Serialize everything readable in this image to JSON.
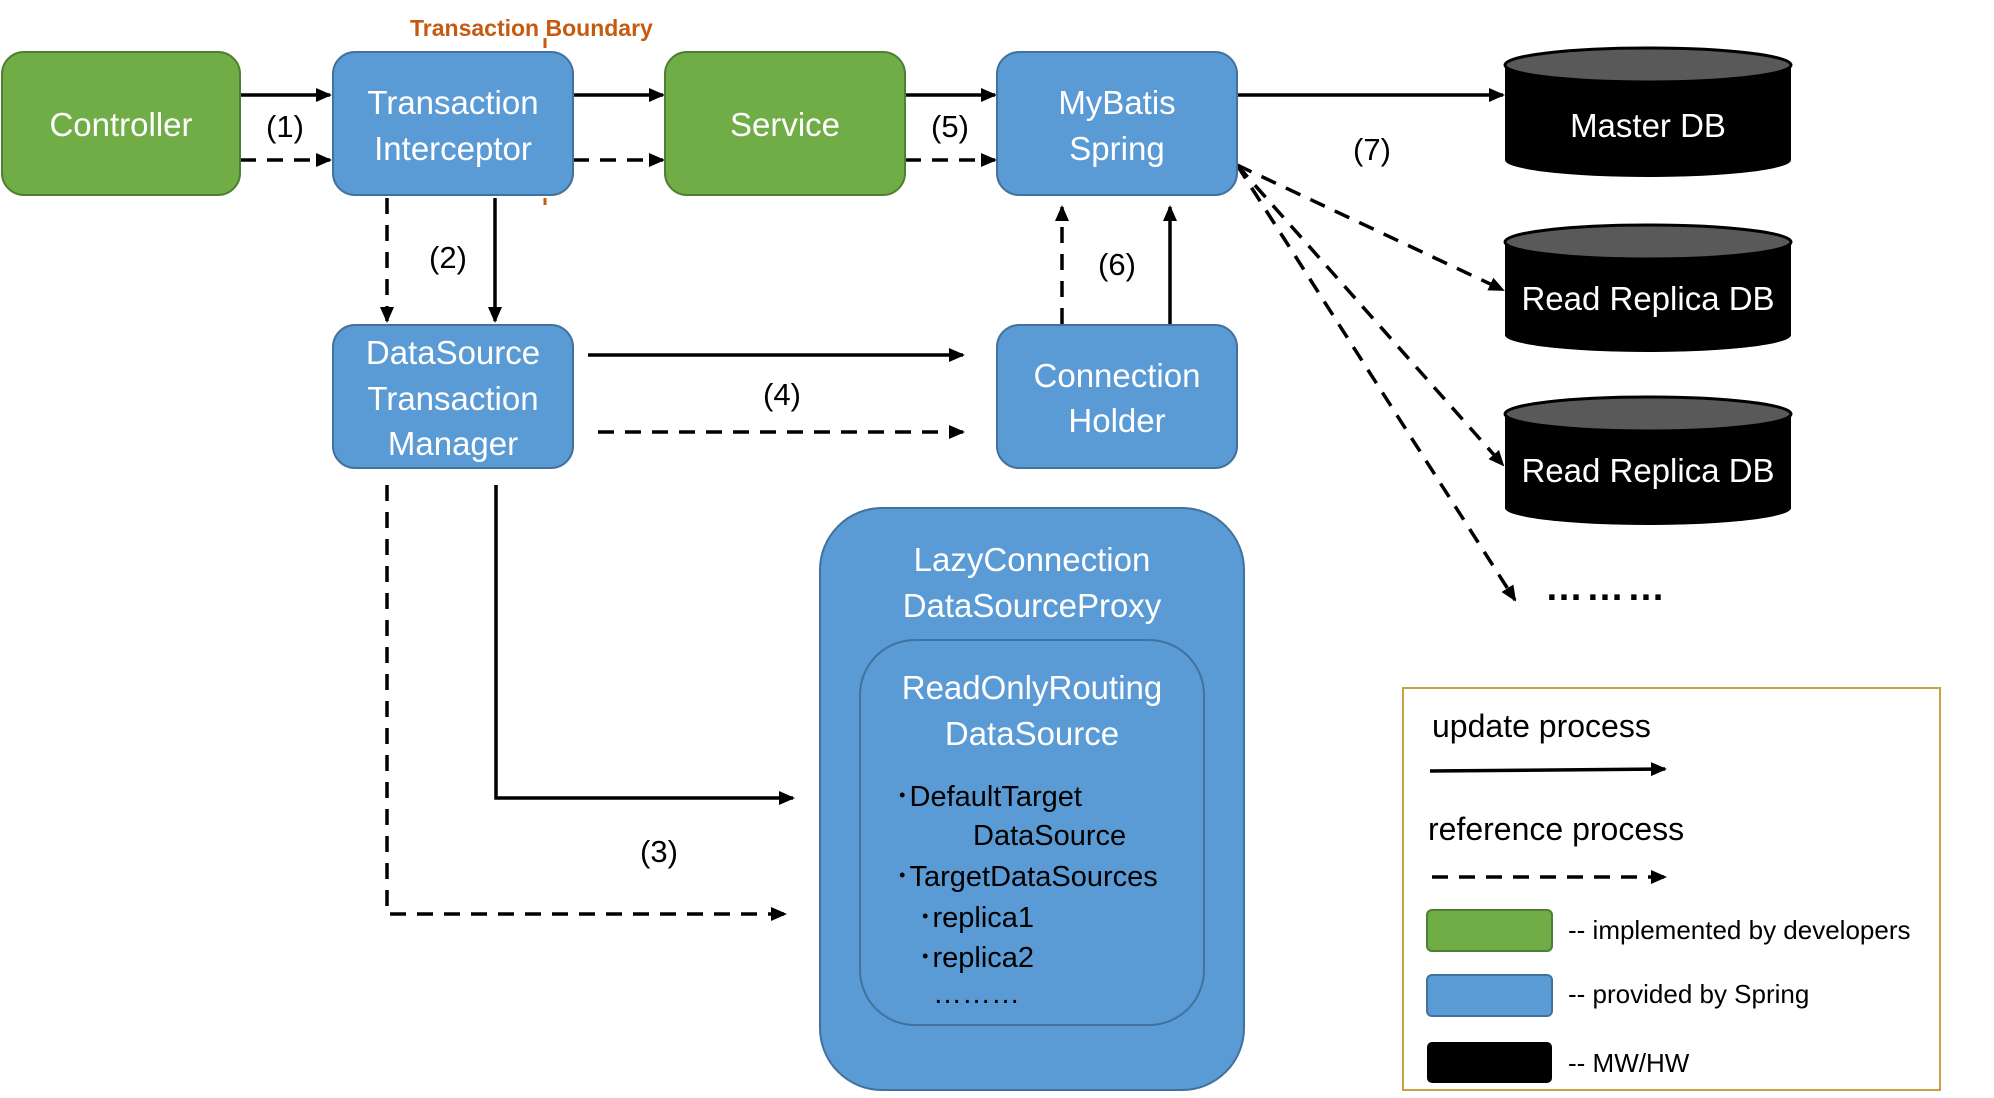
{
  "colors": {
    "developer_green": "#70ad47",
    "spring_blue": "#5b9bd5",
    "mw_black": "#000000",
    "boundary_orange": "#c55a11",
    "legend_border": "#c9a046"
  },
  "boundary": {
    "label": "Transaction Boundary"
  },
  "nodes": {
    "controller": [
      "Controller"
    ],
    "transaction_interceptor": [
      "Transaction",
      "Interceptor"
    ],
    "service": [
      "Service"
    ],
    "mybatis_spring": [
      "MyBatis",
      "Spring"
    ],
    "datasource_transaction_manager": [
      "DataSource",
      "Transaction",
      "Manager"
    ],
    "connection_holder": [
      "Connection",
      "Holder"
    ],
    "lazy_connection_proxy": [
      "LazyConnection",
      "DataSourceProxy"
    ],
    "read_only_routing": [
      "ReadOnlyRouting",
      "DataSource"
    ]
  },
  "routing_details": {
    "default_target_line1": "･DefaultTarget",
    "default_target_line2": "DataSource",
    "target_datasources": "･TargetDataSources",
    "replica1": "･replica1",
    "replica2": "･replica2",
    "ellipsis": "………"
  },
  "databases": {
    "master": "Master DB",
    "replica_a": "Read Replica DB",
    "replica_b": "Read Replica DB",
    "more": "………"
  },
  "steps": [
    "(1)",
    "(2)",
    "(3)",
    "(4)",
    "(5)",
    "(6)",
    "(7)"
  ],
  "legend": {
    "update_process": "update process",
    "reference_process": "reference process",
    "implemented_by_developers": "-- implemented by developers",
    "provided_by_spring": "-- provided by Spring",
    "mw_hw": "-- MW/HW"
  }
}
